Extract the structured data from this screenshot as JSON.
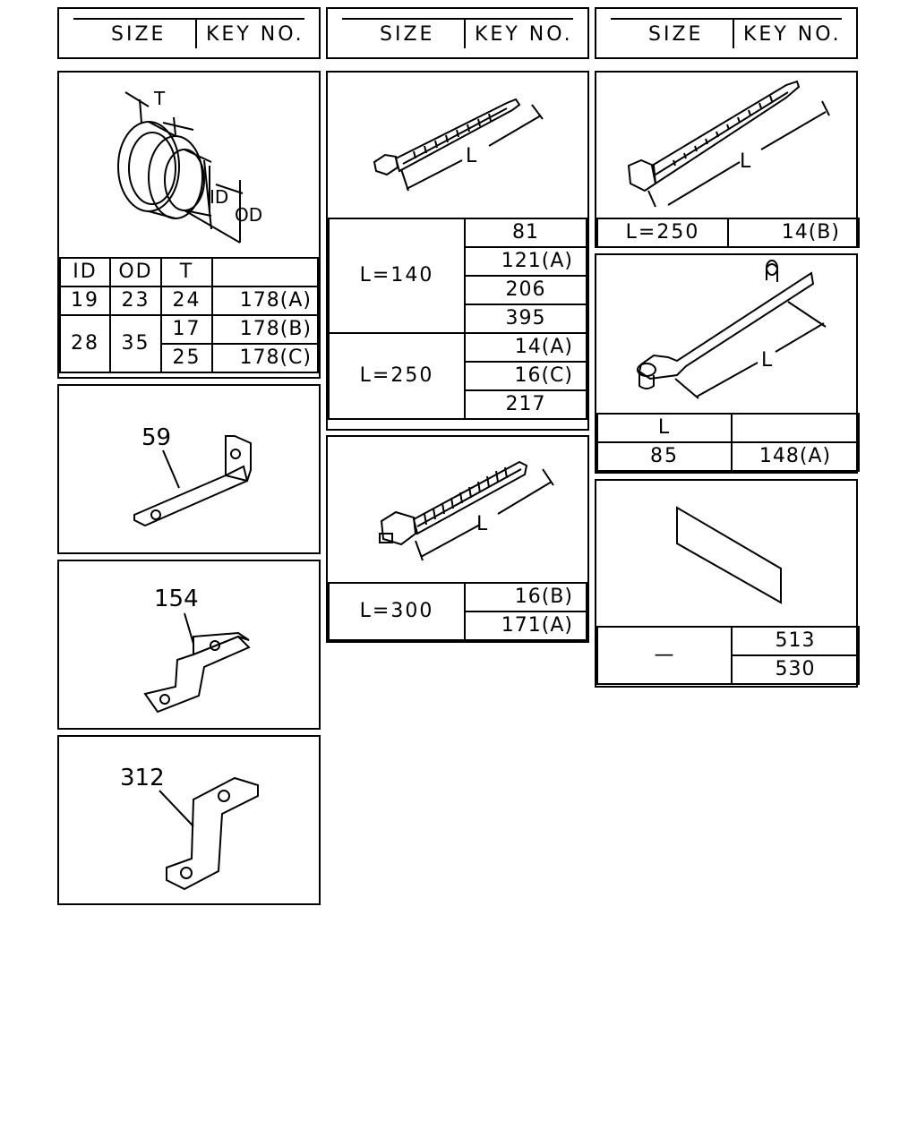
{
  "headers": [
    {
      "size": "SIZE",
      "key": "KEY NO."
    },
    {
      "size": "SIZE",
      "key": "KEY NO."
    },
    {
      "size": "SIZE",
      "key": "KEY NO."
    }
  ],
  "grommet": {
    "labels": {
      "t": "T",
      "id": "ID",
      "od": "OD"
    },
    "columns": [
      "ID",
      "OD",
      "T",
      ""
    ],
    "rows": [
      {
        "id": "19",
        "od": "23",
        "t": "24",
        "key": "178(A)"
      },
      {
        "id": "28",
        "od": "35",
        "t": "17",
        "key": "178(B)"
      },
      {
        "t": "25",
        "key": "178(C)"
      }
    ]
  },
  "bracket_59": {
    "callout": "59"
  },
  "bracket_154": {
    "callout": "154"
  },
  "bracket_312": {
    "callout": "312"
  },
  "tie_small": {
    "dim_label": "L",
    "groups": [
      {
        "size": "L=140",
        "keys": [
          "81",
          "121(A)",
          "206",
          "395"
        ]
      },
      {
        "size": "L=250",
        "keys": [
          "14(A)",
          "16(C)",
          "217"
        ]
      }
    ]
  },
  "tie_300": {
    "dim_label": "L",
    "size": "L=300",
    "keys": [
      "16(B)",
      "171(A)"
    ]
  },
  "tie_large": {
    "dim_label": "L",
    "size": "L=250",
    "key": "14(B)"
  },
  "tie_clip": {
    "dim_label": "L",
    "columns": [
      "L",
      ""
    ],
    "size": "85",
    "key": "148(A)"
  },
  "plate": {
    "size": "—",
    "keys": [
      "513",
      "530"
    ]
  }
}
